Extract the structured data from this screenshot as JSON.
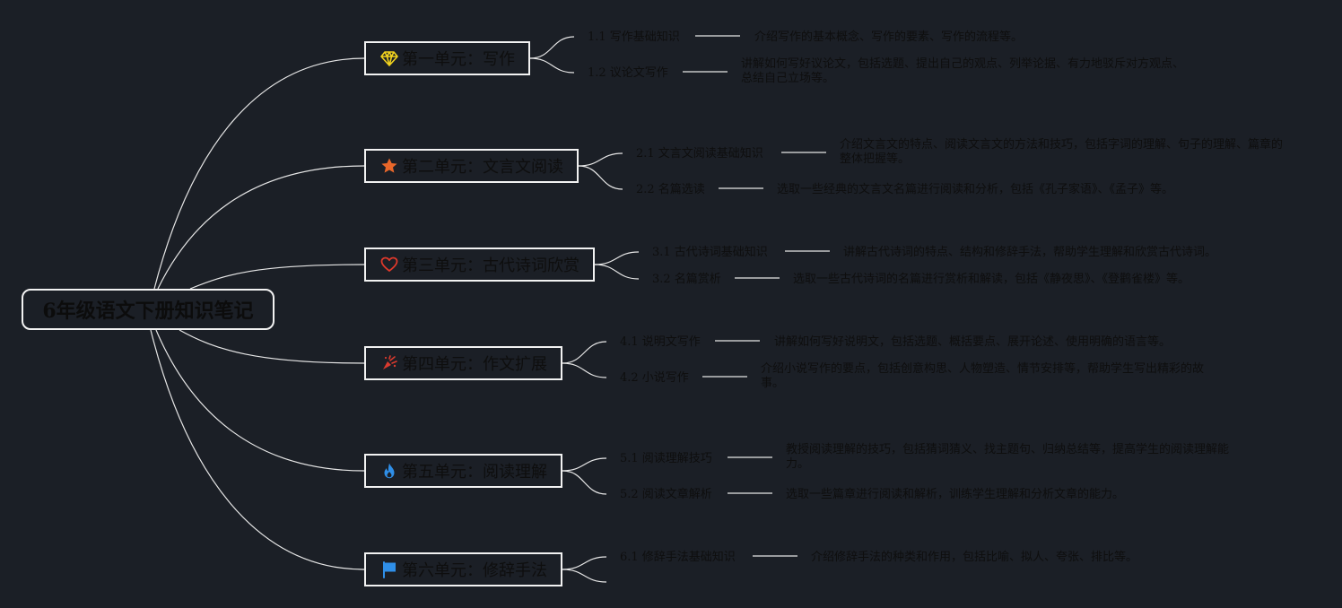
{
  "root": {
    "title": "6年级语文下册知识笔记"
  },
  "units": [
    {
      "label": "第一单元：写作",
      "icon": "diamond-icon",
      "icon_color": "#f1d21e",
      "topics": [
        {
          "label": "1.1 写作基础知识",
          "desc": "介绍写作的基本概念、写作的要素、写作的流程等。"
        },
        {
          "label": "1.2 议论文写作",
          "desc": "讲解如何写好议论文，包括选题、提出自己的观点、列举论据、有力地驳斥对方观点、总结自己立场等。"
        }
      ]
    },
    {
      "label": "第二单元：文言文阅读",
      "icon": "star-icon",
      "icon_color": "#e8672a",
      "topics": [
        {
          "label": "2.1 文言文阅读基础知识",
          "desc": "介绍文言文的特点、阅读文言文的方法和技巧，包括字词的理解、句子的理解、篇章的整体把握等。"
        },
        {
          "label": "2.2 名篇选读",
          "desc": "选取一些经典的文言文名篇进行阅读和分析，包括《孔子家语》、《孟子》等。"
        }
      ]
    },
    {
      "label": "第三单元：古代诗词欣赏",
      "icon": "heart-icon",
      "icon_color": "#e0392b",
      "topics": [
        {
          "label": "3.1 古代诗词基础知识",
          "desc": "讲解古代诗词的特点、结构和修辞手法，帮助学生理解和欣赏古代诗词。"
        },
        {
          "label": "3.2 名篇赏析",
          "desc": "选取一些古代诗词的名篇进行赏析和解读，包括《静夜思》、《登鹳雀楼》等。"
        }
      ]
    },
    {
      "label": "第四单元：作文扩展",
      "icon": "party-popper-icon",
      "icon_color": "#d93a2e",
      "topics": [
        {
          "label": "4.1 说明文写作",
          "desc": "讲解如何写好说明文，包括选题、概括要点、展开论述、使用明确的语言等。"
        },
        {
          "label": "4.2 小说写作",
          "desc": "介绍小说写作的要点，包括创意构思、人物塑造、情节安排等，帮助学生写出精彩的故事。"
        }
      ]
    },
    {
      "label": "第五单元：阅读理解",
      "icon": "flame-icon",
      "icon_color": "#2f8fe8",
      "topics": [
        {
          "label": "5.1 阅读理解技巧",
          "desc": "教授阅读理解的技巧，包括猜词猜义、找主题句、归纳总结等，提高学生的阅读理解能力。"
        },
        {
          "label": "5.2 阅读文章解析",
          "desc": "选取一些篇章进行阅读和解析，训练学生理解和分析文章的能力。"
        }
      ]
    },
    {
      "label": "第六单元：修辞手法",
      "icon": "flag-icon",
      "icon_color": "#2f8fe8",
      "topics": [
        {
          "label": "6.1 修辞手法基础知识",
          "desc": "介绍修辞手法的种类和作用，包括比喻、拟人、夸张、排比等。"
        }
      ]
    }
  ]
}
